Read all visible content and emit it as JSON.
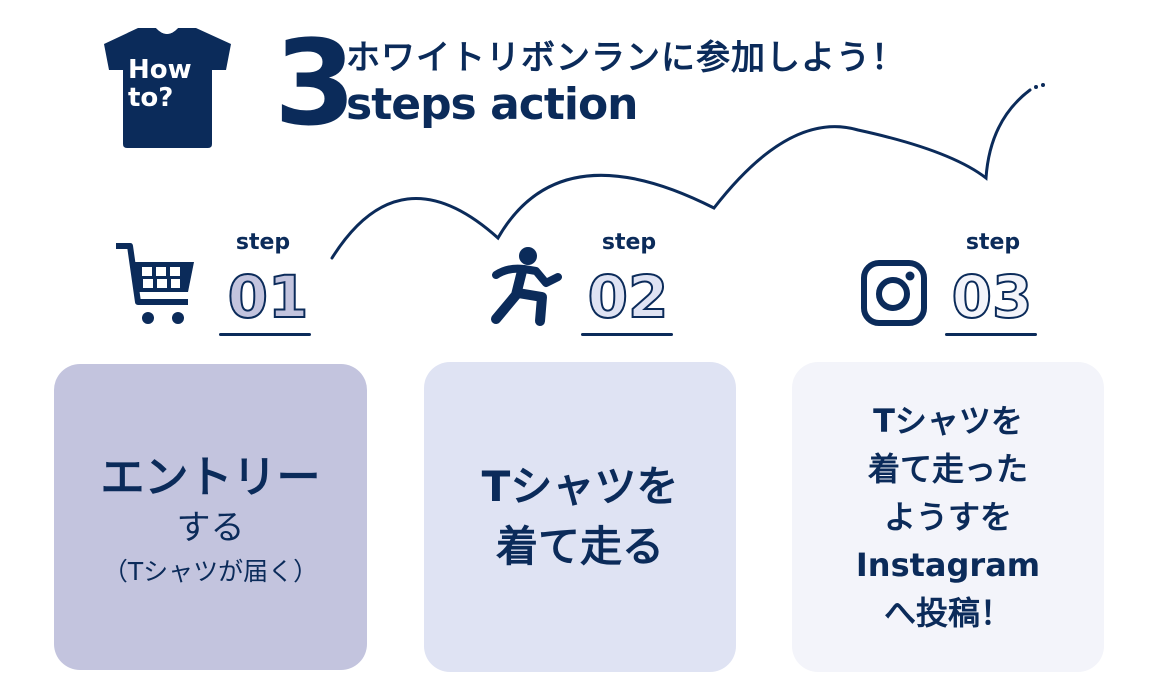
{
  "header": {
    "badge_line1": "How",
    "badge_line2": "to?",
    "number": "3",
    "title_jp": "ホワイトリボンランに参加しよう！",
    "title_en": "steps action"
  },
  "colors": {
    "navy": "#0b2b5a",
    "card1": "#c3c4de",
    "card2": "#dfe3f3",
    "card3": "#f3f4fa",
    "num1_fill": "#c3c4de",
    "num2_fill": "#dfe3f3",
    "num3_fill": "#f3f4fa"
  },
  "steps": [
    {
      "label": "step",
      "number": "01",
      "icon": "shopping-cart-icon",
      "card": {
        "line1": "エントリー",
        "line2": "する",
        "line3": "（Tシャツが届く）"
      }
    },
    {
      "label": "step",
      "number": "02",
      "icon": "runner-icon",
      "card": {
        "line1": "Tシャツを",
        "line2": "着て走る"
      }
    },
    {
      "label": "step",
      "number": "03",
      "icon": "instagram-icon",
      "card": {
        "line1": "Tシャツを",
        "line2": "着て走った",
        "line3": "ようすを",
        "line4": "Instagram",
        "line5": "へ投稿！"
      }
    }
  ]
}
